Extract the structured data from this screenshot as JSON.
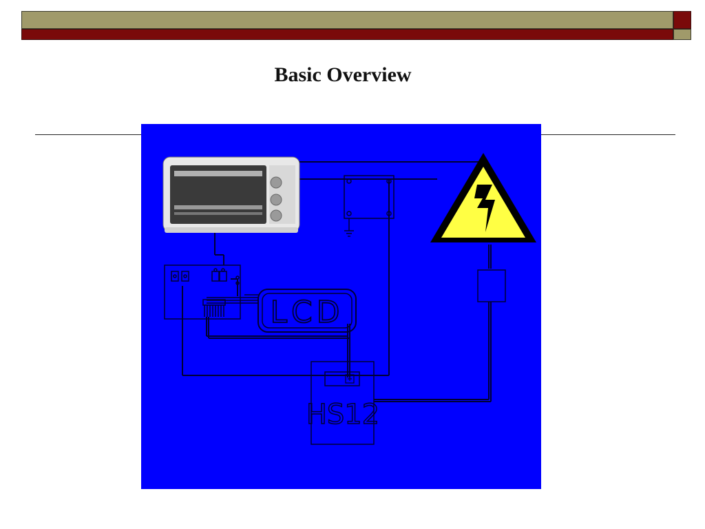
{
  "slide": {
    "title": "Basic Overview"
  },
  "diagram": {
    "lcd_label": "LCD",
    "controller_label": "HS12",
    "colors": {
      "background": "#0000ff",
      "wire": "#000033",
      "warning_fill": "#ffff44",
      "header_olive": "#a09a6a",
      "header_maroon": "#7a0a0a"
    },
    "icons": [
      "toaster-oven",
      "high-voltage-warning-icon",
      "ground-symbol-icon"
    ]
  }
}
